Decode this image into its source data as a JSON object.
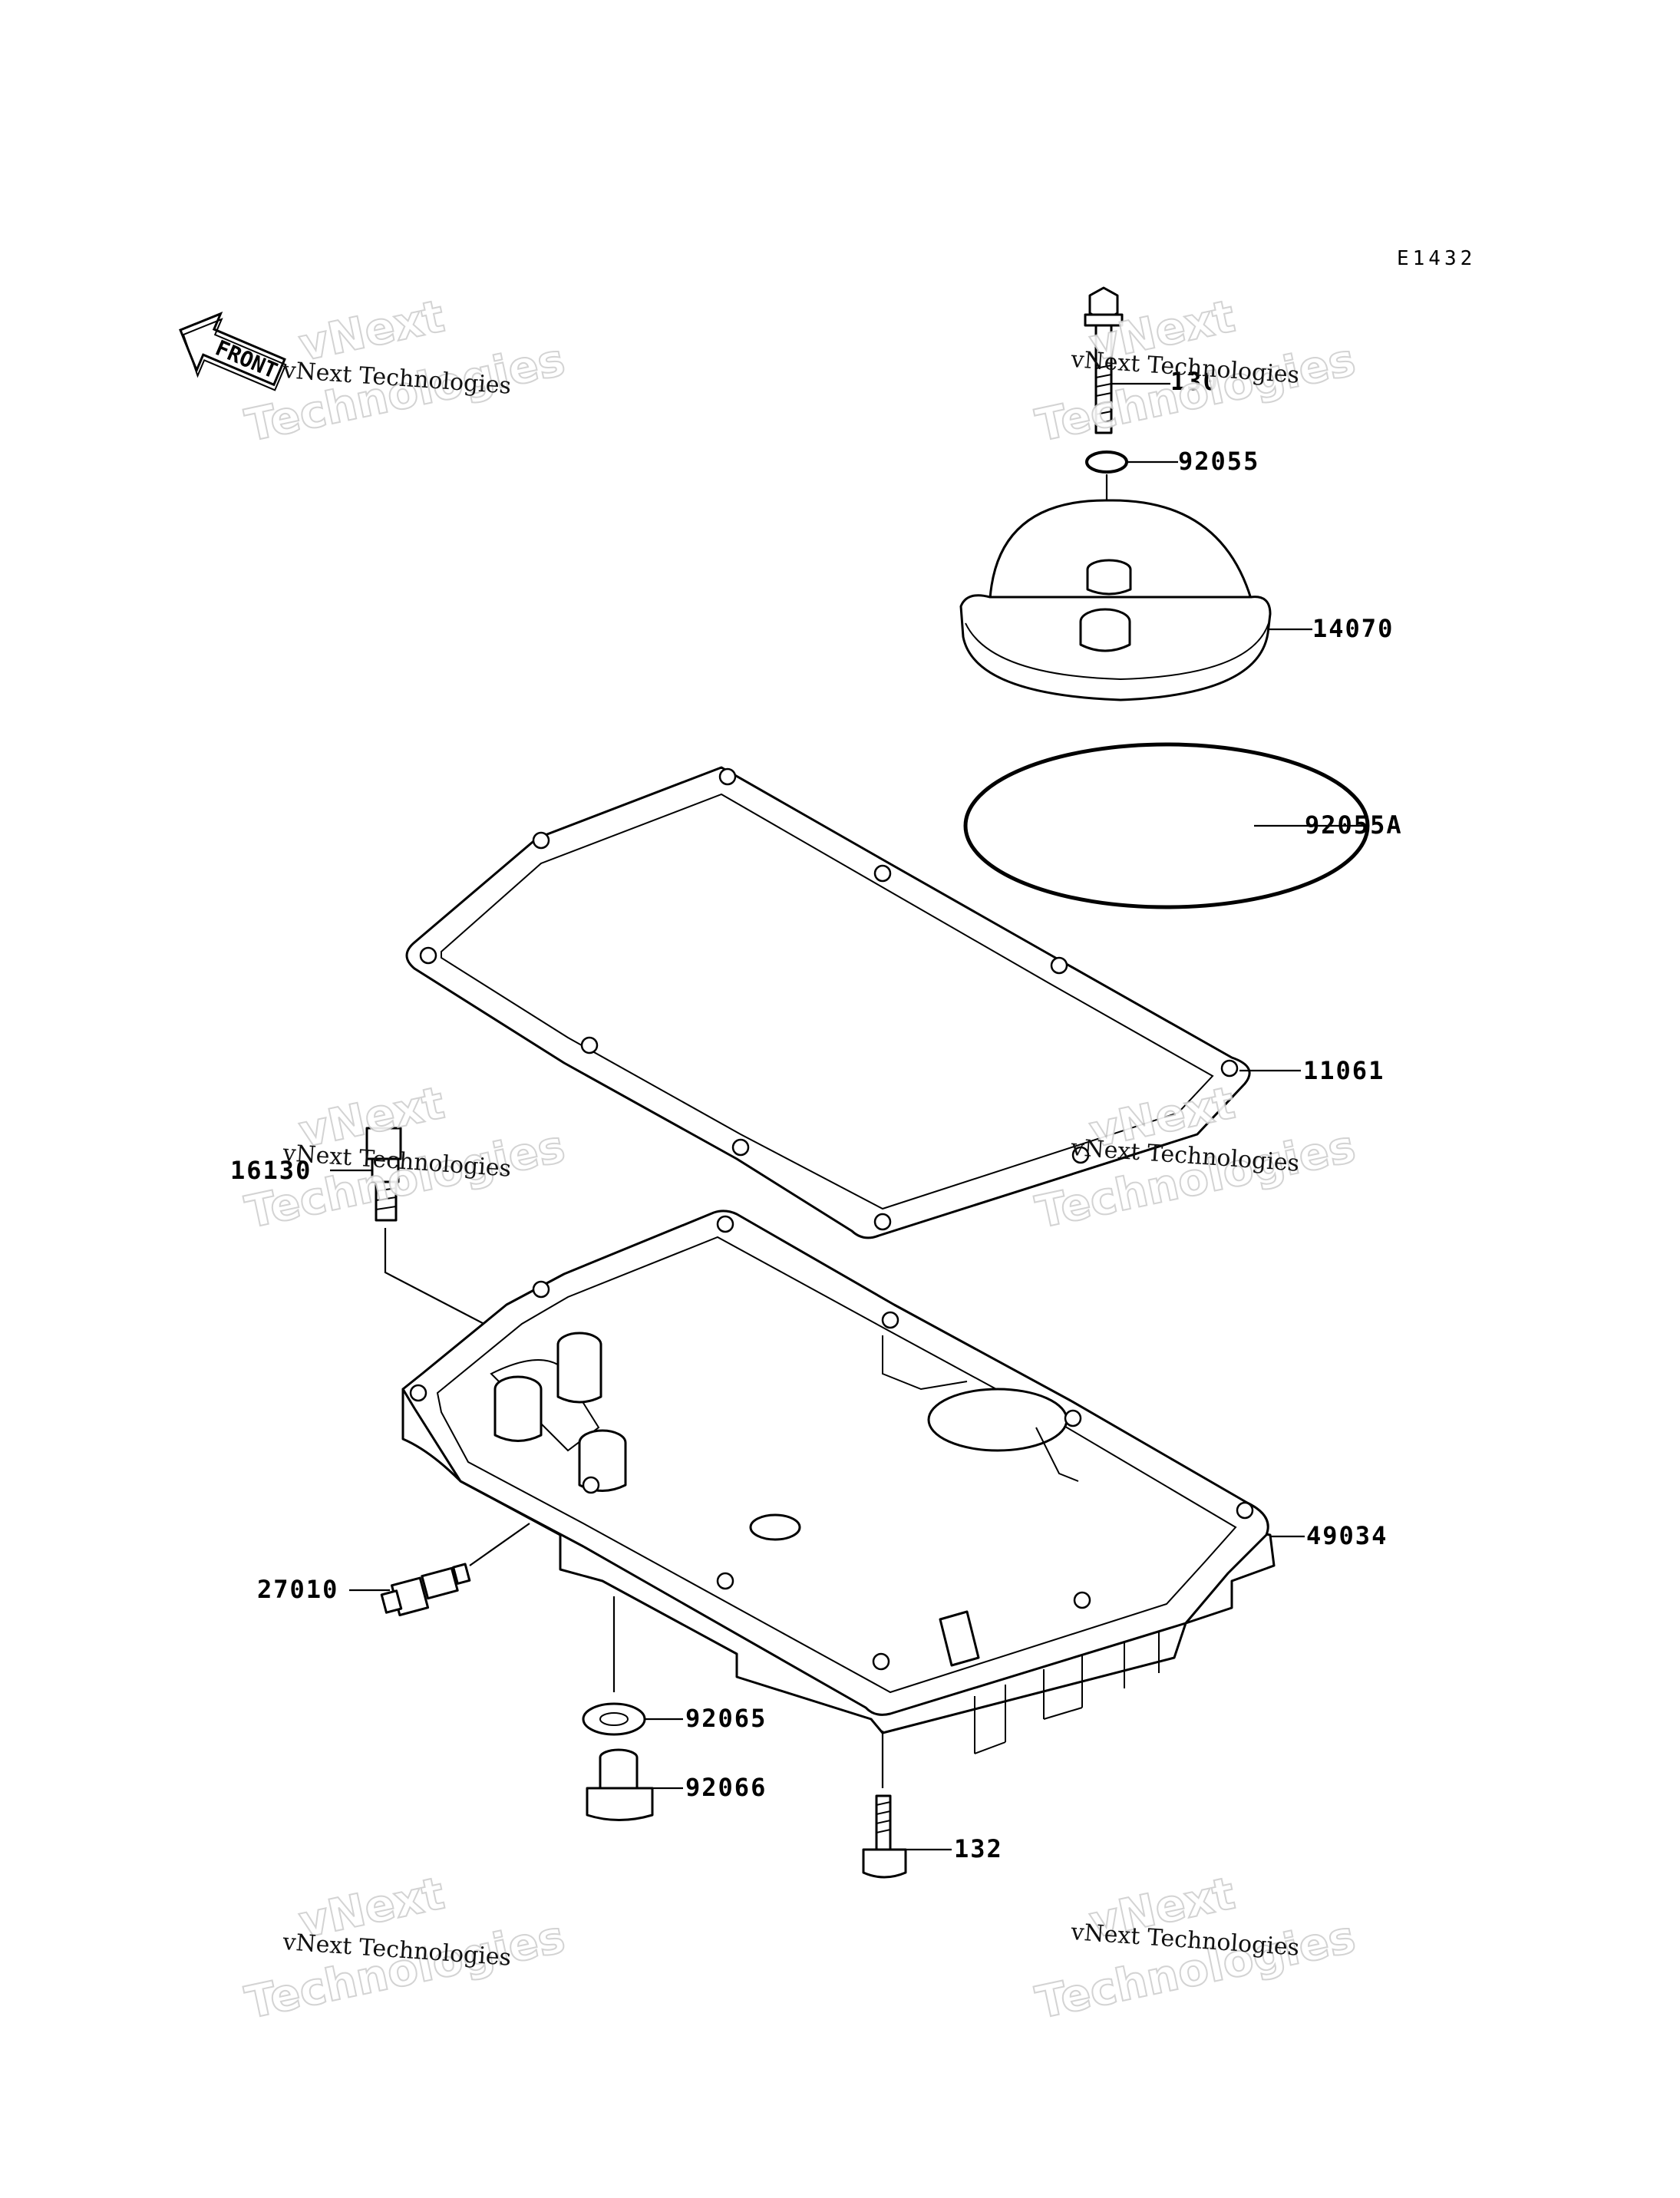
{
  "diagram_code": "E1432",
  "front_label": "FRONT",
  "watermark": {
    "line1": "vNext Technologies",
    "line2": "vNext",
    "line3": "Technologies"
  },
  "parts": [
    {
      "id": "bolt-top",
      "label": "130"
    },
    {
      "id": "o-ring-small",
      "label": "92055"
    },
    {
      "id": "filter-cover",
      "label": "14070"
    },
    {
      "id": "o-ring-large",
      "label": "92055A"
    },
    {
      "id": "gasket",
      "label": "11061"
    },
    {
      "id": "fitting",
      "label": "16130"
    },
    {
      "id": "oil-pan",
      "label": "49034"
    },
    {
      "id": "switch",
      "label": "27010"
    },
    {
      "id": "washer",
      "label": "92065"
    },
    {
      "id": "drain-plug",
      "label": "92066"
    },
    {
      "id": "bolt-bottom",
      "label": "132"
    }
  ]
}
